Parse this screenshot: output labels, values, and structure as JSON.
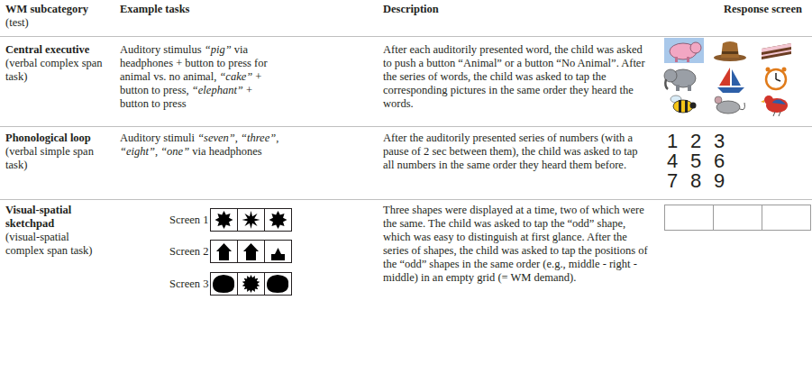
{
  "diagram": {
    "labels": [
      "WM subcategory",
      "(test)",
      "Example tasks",
      "Description",
      "Response screen",
      "Central executive",
      "(verbal complex span task)",
      "Auditory stimulus “pig” via headphones + button to press for animal vs. no animal, “cake” + button to press, “elephant” + button to press",
      "After each auditorily presented word, the child was asked to push a button “Animal” or a button “No Animal”. After the series of words, the child was asked to tap the corresponding pictures in the same order they heard the words.",
      "Phonological loop",
      "(verbal simple span task)",
      "Auditory stimuli “seven”, “three”, “eight”, “one” via headphones",
      "After the auditorily presented series of numbers (with a pause of 2 sec between them), the child was asked to tap all numbers in the same order they heard them before.",
      "1",
      "2",
      "3",
      "4",
      "5",
      "6",
      "7",
      "8",
      "9",
      "Visual-spatial sketchpad",
      "(visual-spatial complex span task)",
      "Screen 1",
      "Screen 2",
      "Screen 3",
      "Three shapes were displayed at a time, two of which were the same. The child was asked to tap the “odd” shape, which was easy to distinguish at first glance. After the series of shapes, the child was asked to tap the positions of the “odd” shapes in the same order (e.g., middle - right - middle) in an empty grid (= WM demand)."
    ]
  }
}
